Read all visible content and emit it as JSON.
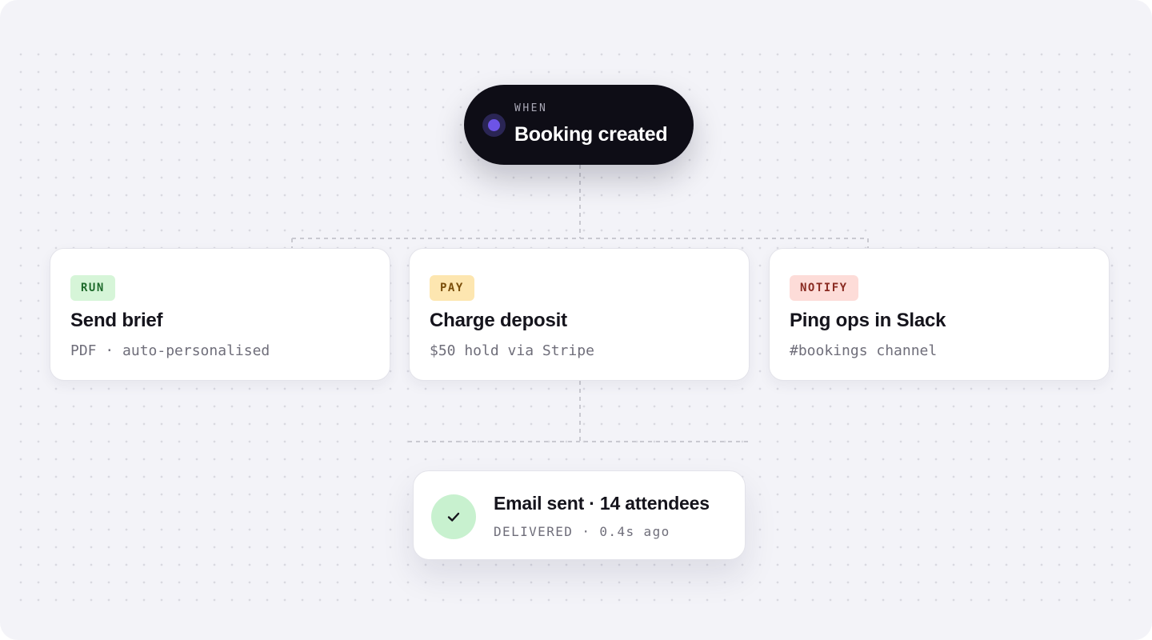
{
  "trigger": {
    "eyebrow": "WHEN",
    "title": "Booking created",
    "dot_color": "#6d54e6"
  },
  "actions": [
    {
      "badge": "RUN",
      "badge_bg": "#d6f5d8",
      "badge_fg": "#1f6b2c",
      "title": "Send brief",
      "subtitle": "PDF · auto-personalised"
    },
    {
      "badge": "PAY",
      "badge_bg": "#fde6b0",
      "badge_fg": "#7a4e0a",
      "title": "Charge deposit",
      "subtitle": "$50 hold via Stripe"
    },
    {
      "badge": "NOTIFY",
      "badge_bg": "#fddcd8",
      "badge_fg": "#8a2b22",
      "title": "Ping ops in Slack",
      "subtitle": "#bookings channel"
    }
  ],
  "result": {
    "icon": "check-icon",
    "icon_bg": "#c8f1cf",
    "title": "Email sent · 14 attendees",
    "subtitle": "DELIVERED · 0.4s ago"
  }
}
